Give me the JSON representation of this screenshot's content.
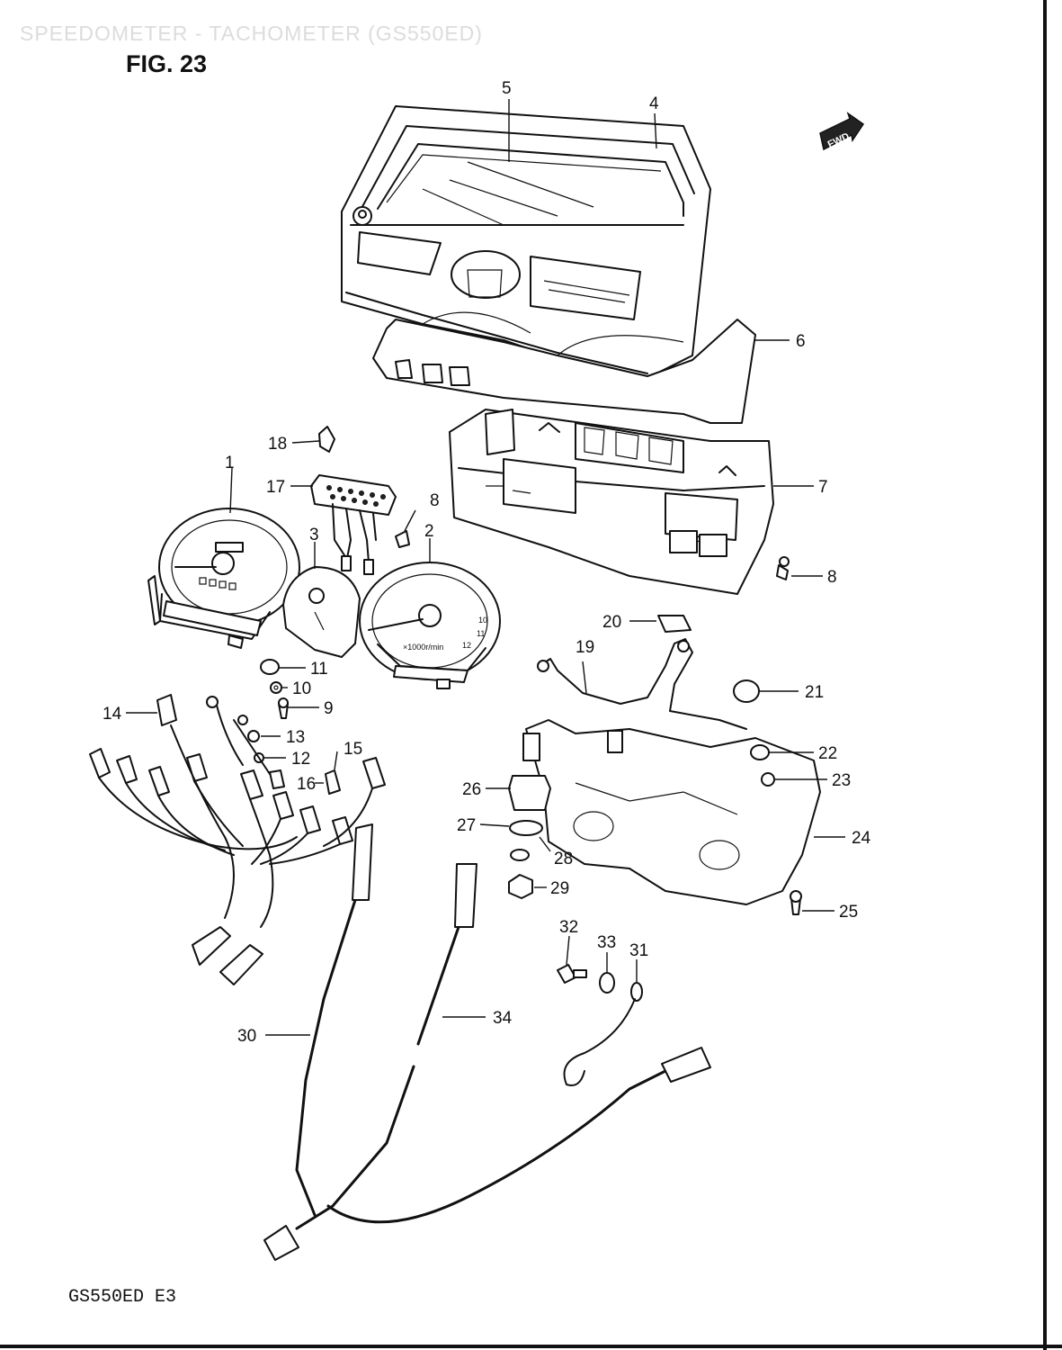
{
  "header_text": "SPEEDOMETER - TACHOMETER (GS550ED)",
  "figure_label": "FIG. 23",
  "footer_code": "GS550ED  E3",
  "fwd_mark": "FWD",
  "parts": [
    {
      "number": "1"
    },
    {
      "number": "2"
    },
    {
      "number": "3"
    },
    {
      "number": "4"
    },
    {
      "number": "5"
    },
    {
      "number": "6"
    },
    {
      "number": "7"
    },
    {
      "number": "8"
    },
    {
      "number": "9"
    },
    {
      "number": "10"
    },
    {
      "number": "11"
    },
    {
      "number": "12"
    },
    {
      "number": "13"
    },
    {
      "number": "14"
    },
    {
      "number": "15"
    },
    {
      "number": "16"
    },
    {
      "number": "17"
    },
    {
      "number": "18"
    },
    {
      "number": "19"
    },
    {
      "number": "20"
    },
    {
      "number": "21"
    },
    {
      "number": "22"
    },
    {
      "number": "23"
    },
    {
      "number": "24"
    },
    {
      "number": "25"
    },
    {
      "number": "26"
    },
    {
      "number": "27"
    },
    {
      "number": "28"
    },
    {
      "number": "29"
    },
    {
      "number": "30"
    },
    {
      "number": "31"
    },
    {
      "number": "32"
    },
    {
      "number": "33"
    },
    {
      "number": "34"
    }
  ],
  "callouts": [
    {
      "part": "5"
    },
    {
      "part": "4"
    },
    {
      "part": "6"
    },
    {
      "part": "18"
    },
    {
      "part": "17"
    },
    {
      "part": "8"
    },
    {
      "part": "7"
    },
    {
      "part": "1"
    },
    {
      "part": "3"
    },
    {
      "part": "2"
    },
    {
      "part": "8"
    },
    {
      "part": "20"
    },
    {
      "part": "19"
    },
    {
      "part": "11"
    },
    {
      "part": "10"
    },
    {
      "part": "9"
    },
    {
      "part": "21"
    },
    {
      "part": "14"
    },
    {
      "part": "13"
    },
    {
      "part": "12"
    },
    {
      "part": "15"
    },
    {
      "part": "16"
    },
    {
      "part": "22"
    },
    {
      "part": "23"
    },
    {
      "part": "26"
    },
    {
      "part": "27"
    },
    {
      "part": "28"
    },
    {
      "part": "24"
    },
    {
      "part": "29"
    },
    {
      "part": "25"
    },
    {
      "part": "32"
    },
    {
      "part": "33"
    },
    {
      "part": "31"
    },
    {
      "part": "34"
    },
    {
      "part": "30"
    }
  ],
  "gauges": {
    "tach_unit": "×1000r/min",
    "tach_ticks": [
      "10",
      "11",
      "12"
    ]
  }
}
